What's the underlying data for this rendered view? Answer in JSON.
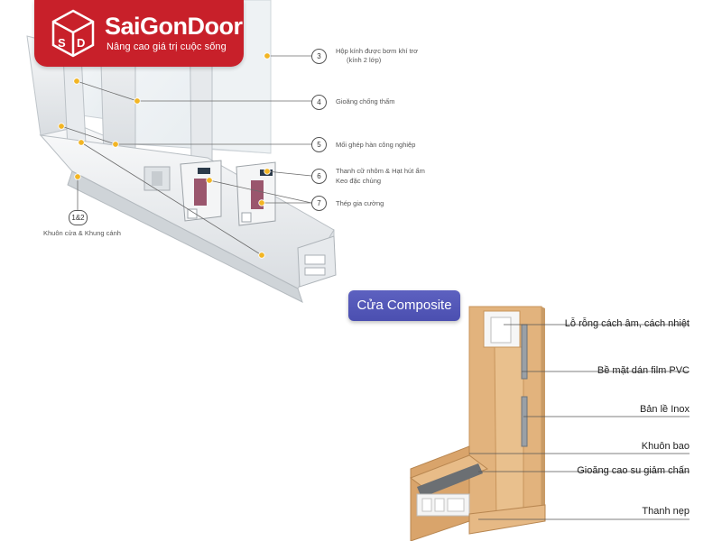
{
  "logo": {
    "name": "SaiGonDoor",
    "tagline": "Nâng cao giá trị cuộc sống"
  },
  "window_diagram": {
    "callouts": [
      {
        "num": "3",
        "text_lines": [
          "Hộp kính được bơm khí trơ",
          "(kính 2 lớp)"
        ]
      },
      {
        "num": "4",
        "text_lines": [
          "Gioăng chống thấm"
        ]
      },
      {
        "num": "5",
        "text_lines": [
          "Mối ghép hàn công nghiệp"
        ]
      },
      {
        "num": "6",
        "text_lines": [
          "Thanh cữ nhôm & Hạt hút ẩm",
          "Keo đặc chủng"
        ]
      },
      {
        "num": "7",
        "text_lines": [
          "Thép gia cường"
        ]
      },
      {
        "num": "1&2",
        "text_lines": [
          "Khuôn cửa & Khung cánh"
        ]
      }
    ]
  },
  "composite": {
    "badge": "Cửa Composite",
    "labels": [
      "Lỗ rỗng cách âm, cách nhiệt",
      "Bề mặt dán film PVC",
      "Bản lề Inox",
      "Khuôn bao",
      "Gioăng cao su giảm chấn",
      "Thanh nẹp"
    ]
  },
  "colors": {
    "brand_red": "#c8202a",
    "badge_purple": "#5458b8",
    "dot_yellow": "#f2b524",
    "wood": "#e2b37d"
  }
}
